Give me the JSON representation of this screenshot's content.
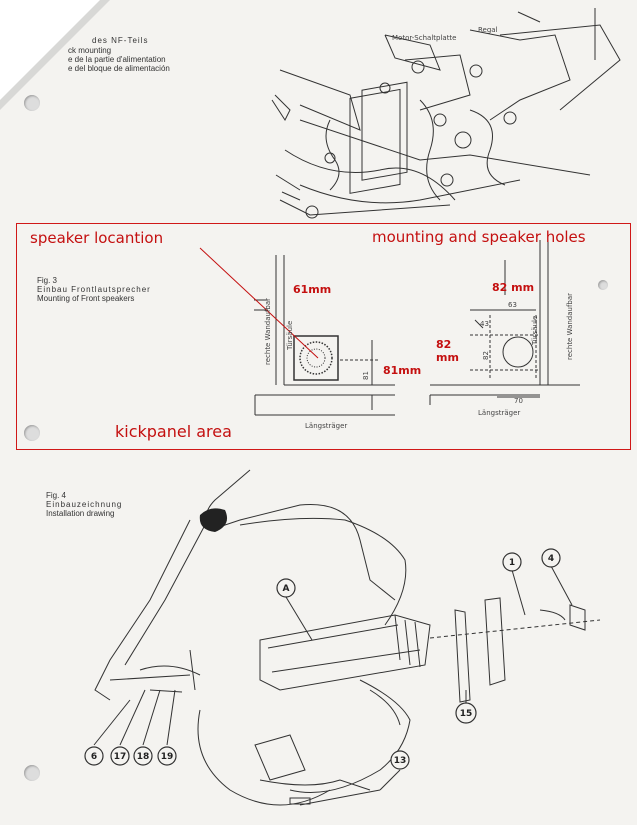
{
  "top_section": {
    "caption_lines": [
      "des NF-Teils",
      "ck mounting",
      "e de la partie d'alimentation",
      "e del bloque de alimentación"
    ],
    "top_labels": [
      "Regal",
      "Motor-Schaltplatte"
    ]
  },
  "annotations": {
    "speaker_location": "speaker locantion",
    "mounting_holes": "mounting and speaker holes",
    "kickpanel_area": "kickpanel area",
    "dim_61": "61mm",
    "dim_82_top": "82 mm",
    "dim_82_side_a": "82",
    "dim_82_side_b": "mm",
    "dim_81": "81mm"
  },
  "fig3": {
    "number": "Fig. 3",
    "title_de": "Einbau Frontlautsprecher",
    "title_en": "Mounting of Front speakers",
    "left_labels": [
      "rechte Wandaufbar",
      "Türsäule",
      "Längsträger"
    ],
    "right_labels": [
      "Türsäule",
      "rechte Wandaufbar",
      "Längsträger"
    ],
    "small_dims": [
      "63",
      "82",
      "70",
      "81",
      "43"
    ]
  },
  "fig4": {
    "number": "Fig. 4",
    "title_de": "Einbauzeichnung",
    "title_en": "Installation drawing",
    "callouts": [
      "A",
      "1",
      "4",
      "15",
      "13",
      "6",
      "17",
      "18",
      "19"
    ]
  }
}
